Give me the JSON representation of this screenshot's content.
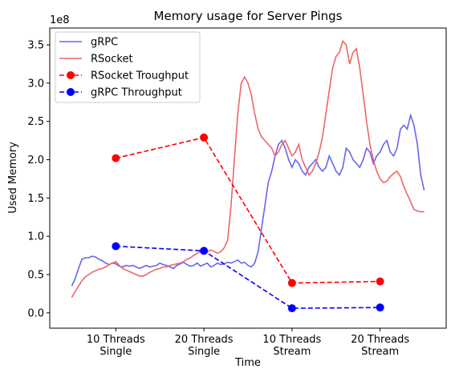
{
  "chart_data": {
    "type": "line",
    "title": "Memory usage for Server Pings",
    "xlabel": "Time",
    "ylabel": "Used Memory",
    "y_offset_text": "1e8",
    "ylim": [
      -0.2,
      3.72
    ],
    "y_scale_note": "values in units of 1e8",
    "y_ticks": [
      0.0,
      0.5,
      1.0,
      1.5,
      2.0,
      2.5,
      3.0,
      3.5
    ],
    "y_tick_labels": [
      "0.0",
      "0.5",
      "1.0",
      "1.5",
      "2.0",
      "2.5",
      "3.0",
      "3.5"
    ],
    "x_ticks": [
      {
        "lines": [
          "10 Threads",
          "Single"
        ]
      },
      {
        "lines": [
          "20 Threads",
          "Single"
        ]
      },
      {
        "lines": [
          "10 Threads",
          "Stream"
        ]
      },
      {
        "lines": [
          "20 Threads",
          "Stream"
        ]
      }
    ],
    "legend_position": "top-left",
    "series": [
      {
        "name": "gRPC",
        "style": "solid",
        "color": "#6666ee",
        "x_range": [
          -0.5,
          3.5
        ],
        "values": [
          0.35,
          0.45,
          0.58,
          0.7,
          0.72,
          0.72,
          0.74,
          0.73,
          0.7,
          0.68,
          0.65,
          0.63,
          0.65,
          0.64,
          0.61,
          0.6,
          0.62,
          0.61,
          0.62,
          0.6,
          0.58,
          0.6,
          0.62,
          0.6,
          0.61,
          0.62,
          0.65,
          0.63,
          0.62,
          0.6,
          0.58,
          0.62,
          0.64,
          0.66,
          0.63,
          0.61,
          0.62,
          0.65,
          0.61,
          0.63,
          0.65,
          0.6,
          0.62,
          0.65,
          0.63,
          0.64,
          0.66,
          0.65,
          0.67,
          0.69,
          0.65,
          0.66,
          0.62,
          0.6,
          0.65,
          0.8,
          1.1,
          1.4,
          1.7,
          1.85,
          2.05,
          2.2,
          2.25,
          2.15,
          2.0,
          1.9,
          2.0,
          1.95,
          1.85,
          1.8,
          1.9,
          1.95,
          2.0,
          1.9,
          1.85,
          1.9,
          2.05,
          1.95,
          1.85,
          1.8,
          1.9,
          2.15,
          2.1,
          2.0,
          1.95,
          1.9,
          2.0,
          2.15,
          2.1,
          1.95,
          2.05,
          2.1,
          2.2,
          2.25,
          2.1,
          2.05,
          2.15,
          2.4,
          2.45,
          2.4,
          2.58,
          2.45,
          2.2,
          1.8,
          1.6
        ]
      },
      {
        "name": "RSocket",
        "style": "solid",
        "color": "#ee6666",
        "x_range": [
          -0.5,
          3.5
        ],
        "values": [
          0.2,
          0.28,
          0.35,
          0.42,
          0.47,
          0.5,
          0.53,
          0.55,
          0.57,
          0.58,
          0.6,
          0.63,
          0.65,
          0.67,
          0.62,
          0.58,
          0.56,
          0.54,
          0.52,
          0.5,
          0.48,
          0.48,
          0.5,
          0.53,
          0.55,
          0.57,
          0.58,
          0.6,
          0.6,
          0.62,
          0.63,
          0.64,
          0.65,
          0.67,
          0.7,
          0.72,
          0.75,
          0.78,
          0.8,
          0.78,
          0.8,
          0.82,
          0.8,
          0.78,
          0.8,
          0.85,
          0.95,
          1.4,
          2.0,
          2.6,
          3.0,
          3.08,
          3.0,
          2.85,
          2.6,
          2.4,
          2.3,
          2.25,
          2.2,
          2.15,
          2.05,
          2.1,
          2.2,
          2.25,
          2.15,
          2.05,
          2.1,
          2.2,
          2.0,
          1.9,
          1.8,
          1.85,
          1.95,
          2.1,
          2.3,
          2.6,
          2.9,
          3.2,
          3.35,
          3.4,
          3.55,
          3.5,
          3.25,
          3.4,
          3.45,
          3.2,
          2.85,
          2.5,
          2.2,
          2.0,
          1.85,
          1.75,
          1.7,
          1.72,
          1.78,
          1.82,
          1.85,
          1.78,
          1.65,
          1.55,
          1.45,
          1.35,
          1.33,
          1.32,
          1.32
        ]
      },
      {
        "name": "RSocket Troughput",
        "style": "dashed-markers",
        "color": "#ff0000",
        "x": [
          0,
          1,
          2,
          3
        ],
        "values": [
          2.02,
          2.29,
          0.39,
          0.41
        ]
      },
      {
        "name": "gRPC Throughput",
        "style": "dashed-markers",
        "color": "#0000ff",
        "x": [
          0,
          1,
          2,
          3
        ],
        "values": [
          0.87,
          0.81,
          0.06,
          0.07
        ]
      }
    ]
  }
}
